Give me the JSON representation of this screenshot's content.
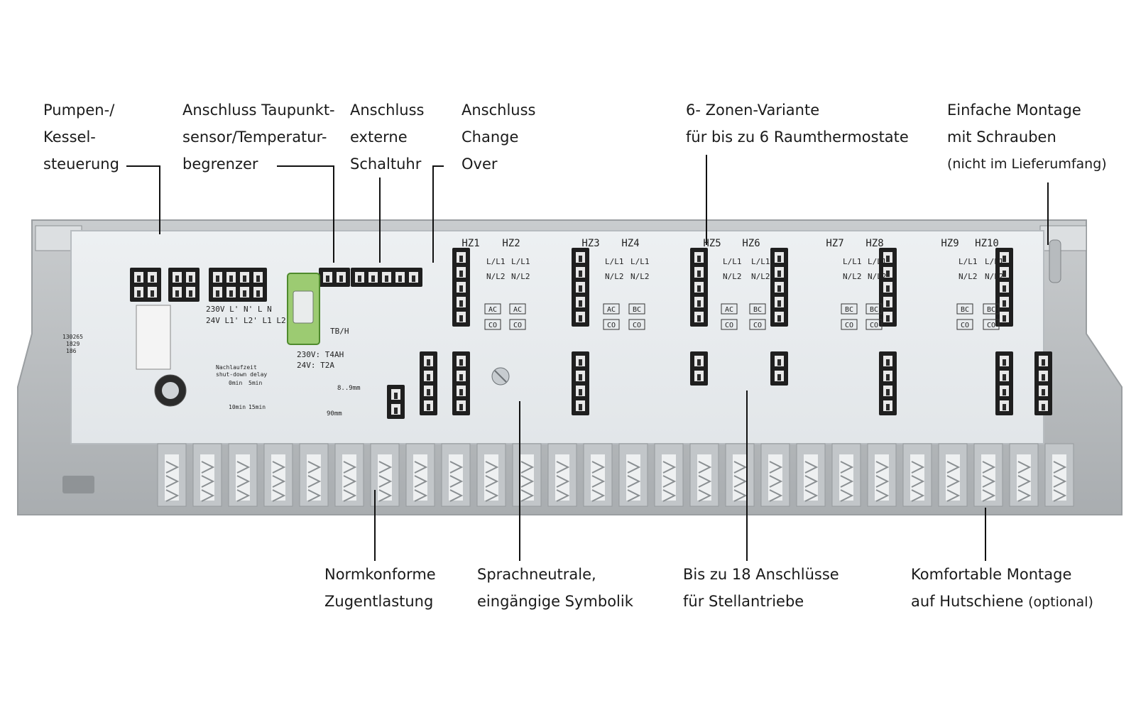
{
  "top_labels": {
    "pump": [
      "Pumpen-/",
      "Kessel-",
      "steuerung"
    ],
    "dewpoint": [
      "Anschluss Taupunkt-",
      "sensor/Temperatur-",
      "begrenzer"
    ],
    "timer": [
      "Anschluss",
      "externe",
      "Schaltuhr"
    ],
    "changeover": [
      "Anschluss",
      "Change",
      "Over"
    ],
    "zones": [
      "6- Zonen-Variante",
      "für bis zu 6 Raumthermostate"
    ],
    "mounting": [
      "Einfache Montage",
      "mit Schrauben",
      "(nicht im Lieferumfang)"
    ]
  },
  "bottom_labels": {
    "strain": [
      "Normkonforme",
      "Zugentlastung"
    ],
    "symbols": [
      "Sprachneutrale,",
      "eingängige Symbolik"
    ],
    "actuators": [
      "Bis zu 18 Anschlüsse",
      "für Stellantriebe"
    ],
    "din": [
      "Komfortable Montage",
      "auf Hutschiene",
      "(optional)"
    ]
  },
  "pcb": {
    "zones": [
      "HZ1",
      "HZ2",
      "HZ3",
      "HZ4",
      "HZ5",
      "HZ6",
      "HZ7",
      "HZ8",
      "HZ9",
      "HZ10"
    ],
    "row_labels": [
      "L/L1",
      "N/L2"
    ],
    "power_230": "230V L' N' L N",
    "power_24": "24V L1' L2' L1 L2",
    "fuse_text": [
      "230V: T4AH",
      "24V: T2A"
    ],
    "delay_title": [
      "Nachlaufzeit",
      "shut-down delay"
    ],
    "delay_opts": [
      "0min",
      "5min",
      "10min",
      "15min"
    ],
    "strip": "8..9mm",
    "strip_len": "90mm",
    "tb_label": "TB/H",
    "serial": [
      "130265",
      "1829",
      "186"
    ],
    "badges": [
      "AC",
      "BC",
      "CO"
    ]
  }
}
